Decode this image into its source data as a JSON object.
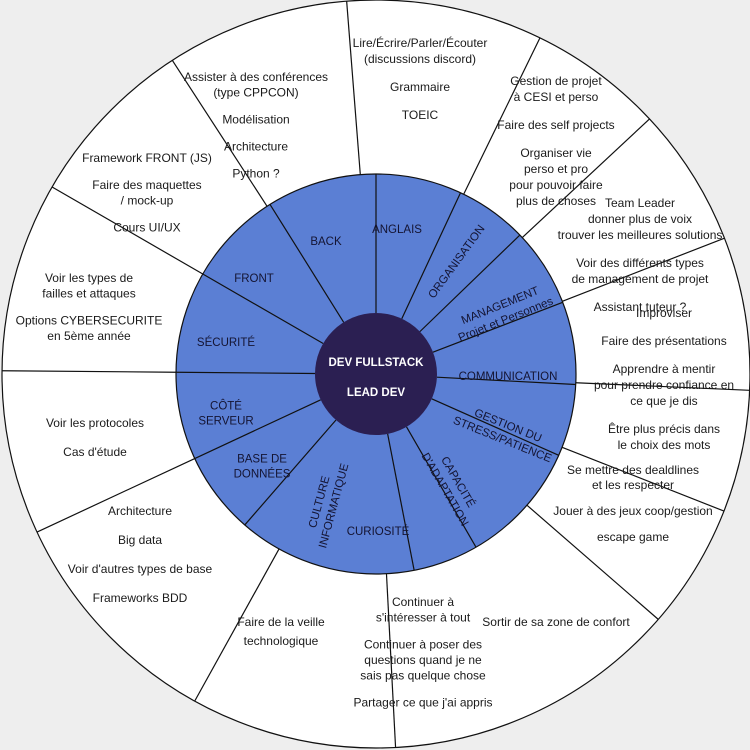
{
  "center": {
    "title": "DEV FULLSTACK",
    "subtitle": "LEAD DEV",
    "color": "#2b1f52"
  },
  "colors": {
    "background": "#eeeeee",
    "outer_ring": "#ffffff",
    "middle_ring": "#5b7fd4",
    "lines": "#111111"
  },
  "segments": [
    {
      "category": [
        "ANGLAIS"
      ],
      "items": [
        "Lire/Écrire/Parler/Écouter",
        "(discussions discord)",
        "",
        "Grammaire",
        "",
        "TOEIC"
      ]
    },
    {
      "category": [
        "ORGANISATION"
      ],
      "items": [
        "Gestion de projet",
        "à CESI et perso",
        "",
        "Faire des self projects",
        "",
        "Organiser vie",
        "perso et pro",
        "pour pouvoir faire",
        "plus de choses"
      ]
    },
    {
      "category": [
        "MANAGEMENT",
        "Projet et Personnes"
      ],
      "items": [
        "Team Leader",
        "donner plus de voix",
        "trouver les meilleures solutions",
        "",
        "Voir des différents types",
        "de management de projet",
        "",
        "Assistant tuteur ?"
      ]
    },
    {
      "category": [
        "COMMUNICATION"
      ],
      "items": [
        "Improviser",
        "",
        "Faire des présentations",
        "",
        "Apprendre à mentir",
        "pour prendre confiance en",
        "ce que je dis",
        "",
        "Être plus précis dans",
        "le choix des mots"
      ]
    },
    {
      "category": [
        "GESTION DU",
        "STRESS/PATIENCE"
      ],
      "items": [
        "Se mettre des dealdlines",
        "et les respecter",
        "",
        "Jouer à des jeux coop/gestion",
        "",
        "escape game"
      ]
    },
    {
      "category": [
        "CAPACITÉ",
        "D'ADAPTATION"
      ],
      "items": [
        "Sortir de sa zone de confort"
      ]
    },
    {
      "category": [
        "CURIOSITÉ"
      ],
      "items": [
        "Continuer à",
        "s'intéresser à tout",
        "",
        "Continuer à poser des",
        "questions quand je ne",
        "sais pas quelque chose",
        "",
        "Partager ce que j'ai appris"
      ]
    },
    {
      "category": [
        "CULTURE",
        "INFORMATIQUE"
      ],
      "items": [
        "Faire de la veille",
        "technologique"
      ]
    },
    {
      "category": [
        "BASE DE",
        "DONNÉES"
      ],
      "items": [
        "Architecture",
        "",
        "Big data",
        "",
        "Voir d'autres types de base",
        "",
        "Frameworks BDD"
      ]
    },
    {
      "category": [
        "CÔTÉ",
        "SERVEUR"
      ],
      "items": [
        "Voir les protocoles",
        "",
        "Cas d'étude"
      ]
    },
    {
      "category": [
        "SÉCURITÉ"
      ],
      "items": [
        "Voir les types de",
        "failles et attaques",
        "",
        "Options CYBERSECURITE",
        "en 5ème année"
      ]
    },
    {
      "category": [
        "FRONT"
      ],
      "items": [
        "Framework FRONT (JS)",
        "",
        "Faire des maquettes",
        "/ mock-up",
        "",
        "Cours UI/UX"
      ]
    },
    {
      "category": [
        "BACK"
      ],
      "items": [
        "Assister à des conférences",
        "(type CPPCON)",
        "",
        "Modélisation",
        "",
        "Architecture",
        "",
        "Python ?"
      ]
    }
  ]
}
